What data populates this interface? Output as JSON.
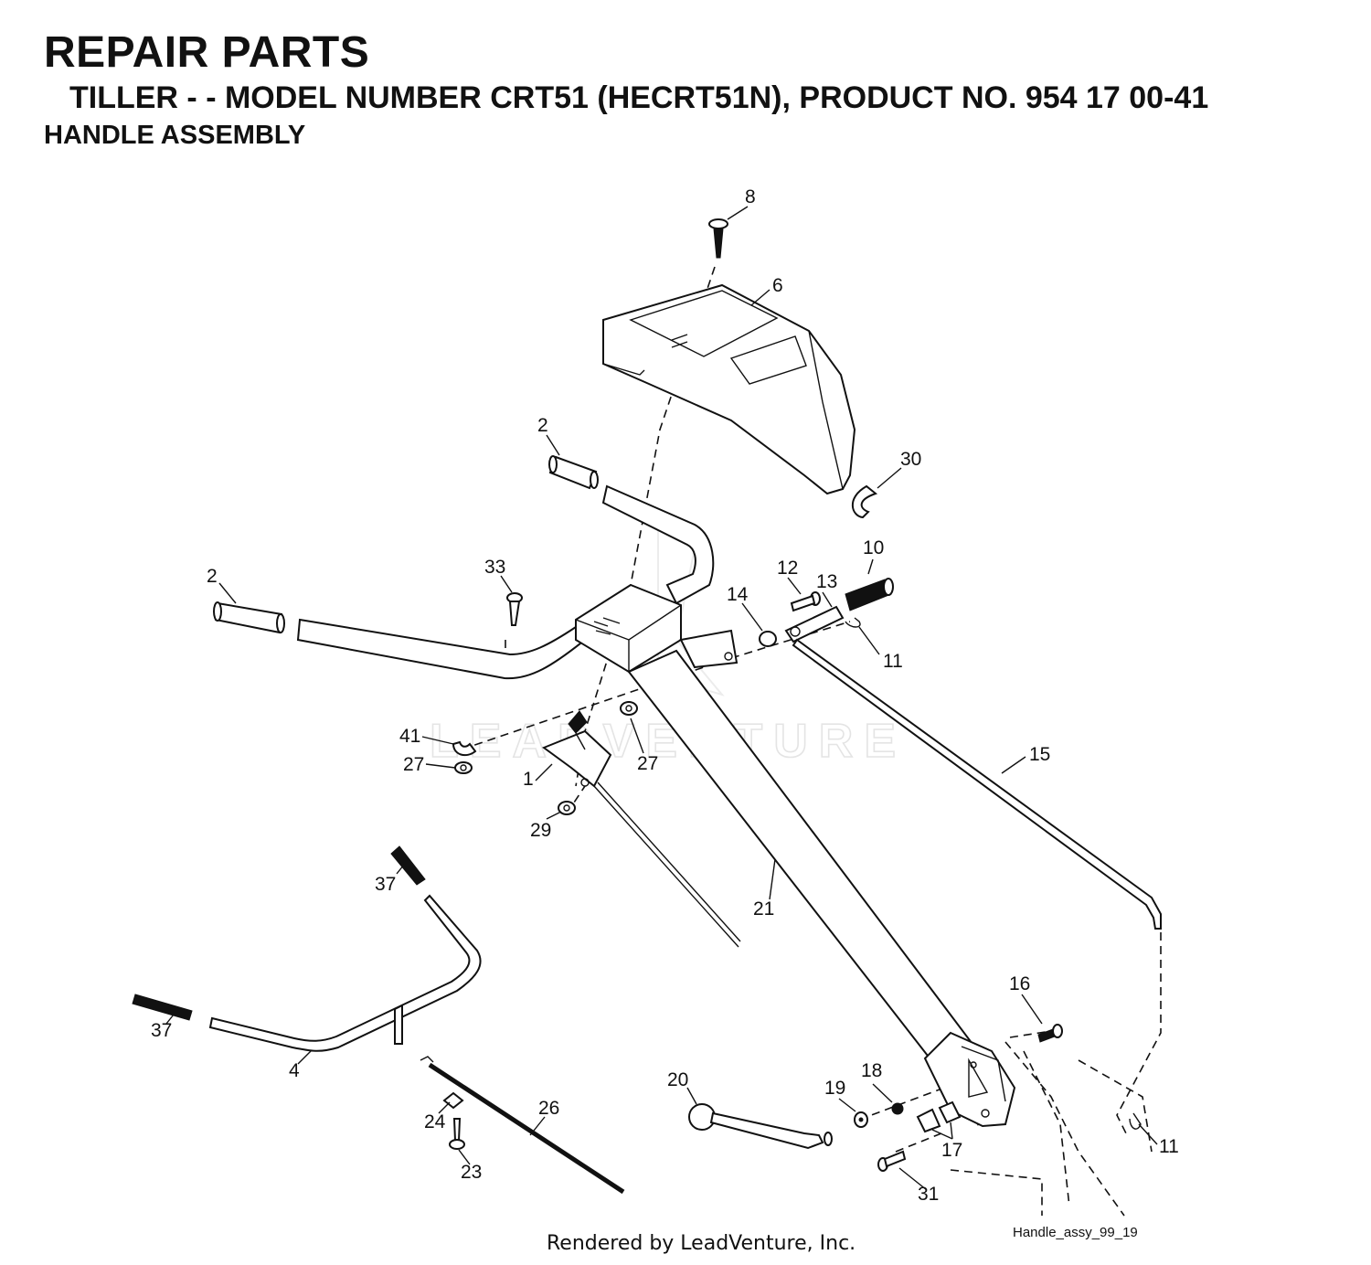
{
  "header": {
    "title": "REPAIR PARTS",
    "subtitle": "TILLER - - MODEL NUMBER CRT51 (HECRT51N), PRODUCT NO. 954 17 00-41",
    "section": "HANDLE ASSEMBLY"
  },
  "watermark": "LEADVENTURE",
  "callouts": {
    "c8": "8",
    "c6": "6",
    "c2_top": "2",
    "c30": "30",
    "c2_left": "2",
    "c33": "33",
    "c12": "12",
    "c13": "13",
    "c10": "10",
    "c14": "14",
    "c11_top": "11",
    "c41": "41",
    "c27_left": "27",
    "c27_right": "27",
    "c1": "1",
    "c29": "29",
    "c15": "15",
    "c37_top": "37",
    "c21": "21",
    "c37_left": "37",
    "c4": "4",
    "c16": "16",
    "c20": "20",
    "c19": "19",
    "c18": "18",
    "c26": "26",
    "c24": "24",
    "c17": "17",
    "c11_bottom": "11",
    "c23": "23",
    "c31": "31"
  },
  "footer": {
    "caption": "Rendered by LeadVenture, Inc.",
    "drawing_ref": "Handle_assy_99_19"
  }
}
